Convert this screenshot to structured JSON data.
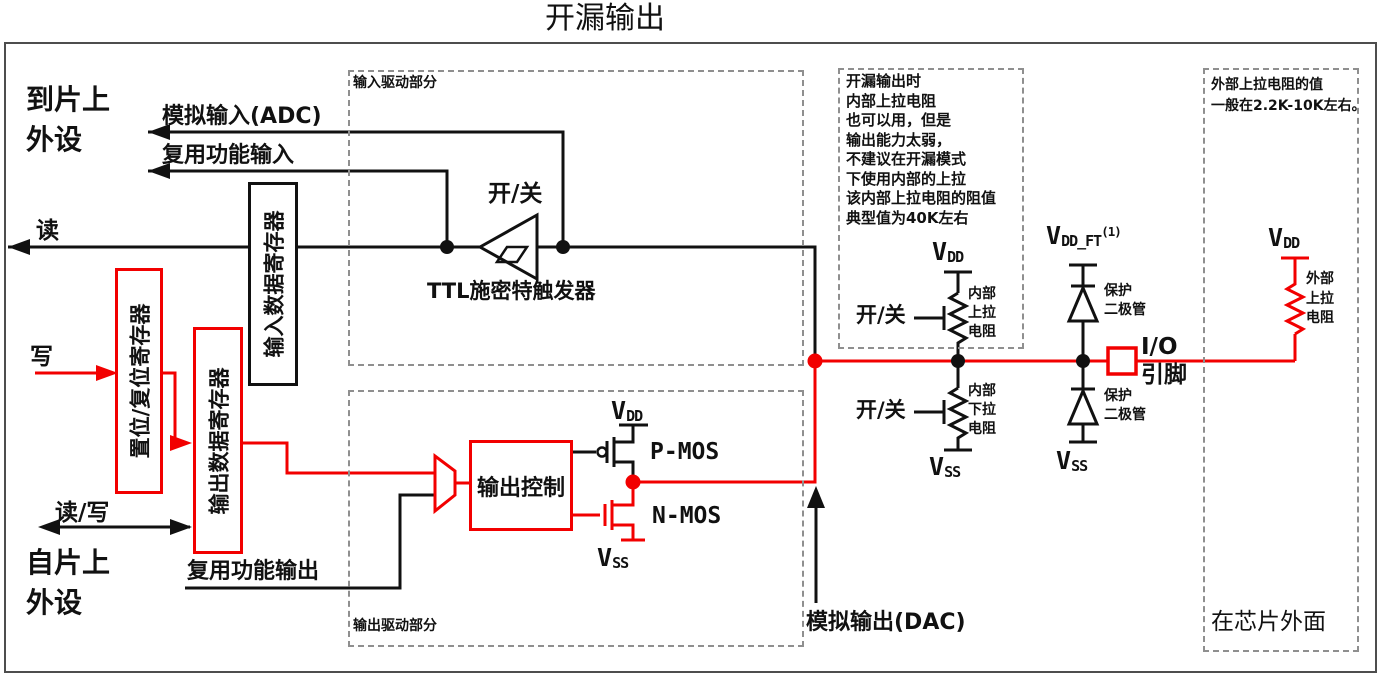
{
  "title": "开漏输出",
  "peripherals": {
    "to_line1": "到片上",
    "to_line2": "外设",
    "from_line1": "自片上",
    "from_line2": "外设"
  },
  "signals": {
    "analog_input": "模拟输入(ADC)",
    "af_input": "复用功能输入",
    "read": "读",
    "write": "写",
    "read_write": "读/写",
    "af_output": "复用功能输出",
    "analog_output": "模拟输出(DAC)"
  },
  "registers": {
    "set_reset": "置位/复位寄存器",
    "output_data": "输出数据寄存器",
    "input_data": "输入数据寄存器"
  },
  "input_driver": {
    "section_label": "输入驱动部分",
    "switch_label": "开/关",
    "schmitt_label": "TTL施密特触发器"
  },
  "output_driver": {
    "section_label": "输出驱动部分",
    "control_label": "输出控制",
    "pmos_label": "P-MOS",
    "nmos_label": "N-MOS"
  },
  "power": {
    "v": "V",
    "vdd_sub": "DD",
    "vss_sub": "SS",
    "vddft_sub": "DD_FT",
    "vddft_sup": "(1)"
  },
  "internal_pull": {
    "note_lines": [
      "开漏输出时",
      "内部上拉电阻",
      "也可以用，但是",
      "输出能力太弱，",
      "不建议在开漏模式",
      "下使用内部的上拉",
      "该内部上拉电阻的阻值",
      "典型值为40K左右"
    ],
    "pullup_switch": "开/关",
    "pulldown_switch": "开/关",
    "pullup_label_lines": [
      "内部",
      "上拉",
      "电阻"
    ],
    "pulldown_label_lines": [
      "内部",
      "下拉",
      "电阻"
    ]
  },
  "protection": {
    "upper_diode_lines": [
      "保护",
      "二极管"
    ],
    "lower_diode_lines": [
      "保护",
      "二极管"
    ],
    "io_pin_line1": "I/O",
    "io_pin_line2": "引脚"
  },
  "external": {
    "note_line1": "外部上拉电阻的值",
    "note_line2": "一般在2.2K-10K左右。",
    "resistor_lines": [
      "外部",
      "上拉",
      "电阻"
    ],
    "outside_chip": "在芯片外面"
  },
  "colors": {
    "wire_red": "#f20000",
    "wire_black": "#111111",
    "dash_gray": "#8f8f8f"
  }
}
